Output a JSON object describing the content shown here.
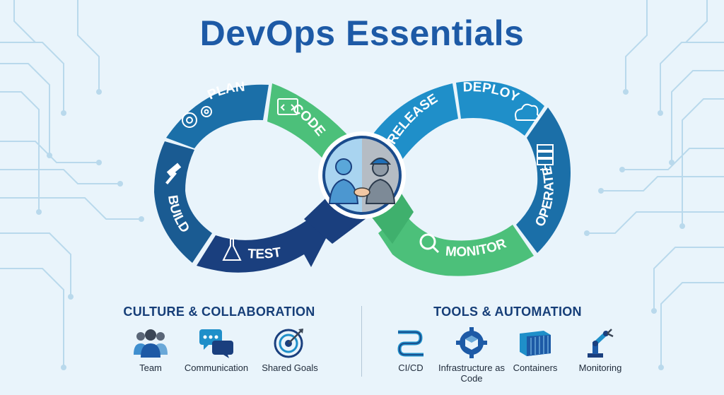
{
  "title": "DevOps Essentials",
  "cycle": {
    "plan": "PLAN",
    "code": "CODE",
    "build": "BUILD",
    "test": "TEST",
    "release": "RELEASE",
    "deploy": "DEPLOY",
    "operate": "OPERATE",
    "monitor": "MONITOR"
  },
  "culture": {
    "heading": "CULTURE & COLLABORATION",
    "items": [
      {
        "label": "Team",
        "icon": "team-icon"
      },
      {
        "label": "Communication",
        "icon": "chat-bubbles-icon"
      },
      {
        "label": "Shared Goals",
        "icon": "target-icon"
      }
    ]
  },
  "tools": {
    "heading": "TOOLS & AUTOMATION",
    "items": [
      {
        "label": "CI/CD",
        "icon": "pipeline-icon"
      },
      {
        "label": "Infrastructure as Code",
        "icon": "gear-cube-icon"
      },
      {
        "label": "Containers",
        "icon": "container-icon"
      },
      {
        "label": "Monitoring",
        "icon": "robot-arm-icon"
      }
    ]
  },
  "colors": {
    "title": "#1d5aa6",
    "dark_navy": "#1a3f7e",
    "teal_blue": "#1b6fa8",
    "green": "#4cc07a",
    "cyan_blue": "#1f8fc9",
    "background": "#e9f4fb"
  }
}
